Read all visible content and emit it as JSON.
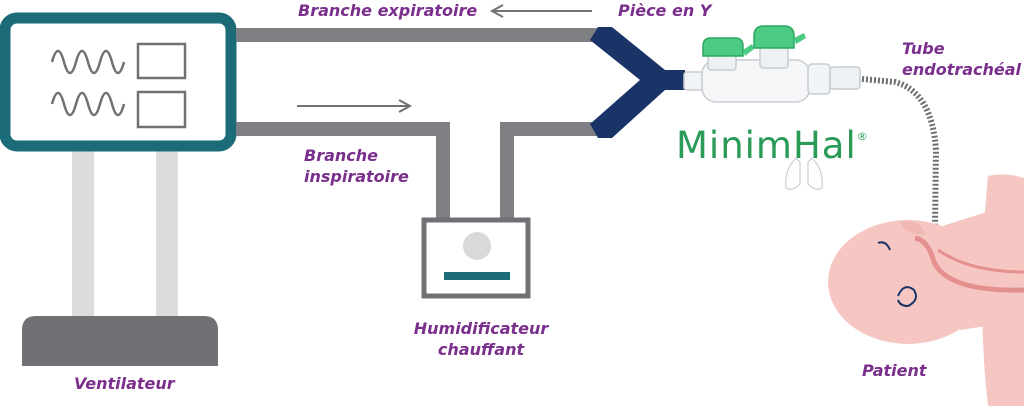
{
  "labels": {
    "branche_expiratoire": "Branche expiratoire",
    "piece_en_y": "Pièce en Y",
    "tube_line1": "Tube",
    "tube_line2": "endotrachéal",
    "branche_inspiratoire_line1": "Branche",
    "branche_inspiratoire_line2": "inspiratoire",
    "humidificateur_line1": "Humidificateur",
    "humidificateur_line2": "chauffant",
    "ventilateur": "Ventilateur",
    "patient": "Patient"
  },
  "brand": {
    "name": "MinimHal",
    "mark": "®"
  },
  "colors": {
    "label": "#7a2f8c",
    "tubing": "#7f8083",
    "ventilator_frame": "#1b6b78",
    "y_piece": "#1a3468",
    "brand": "#2a9a57",
    "patient_skin": "#f5c6c2"
  }
}
